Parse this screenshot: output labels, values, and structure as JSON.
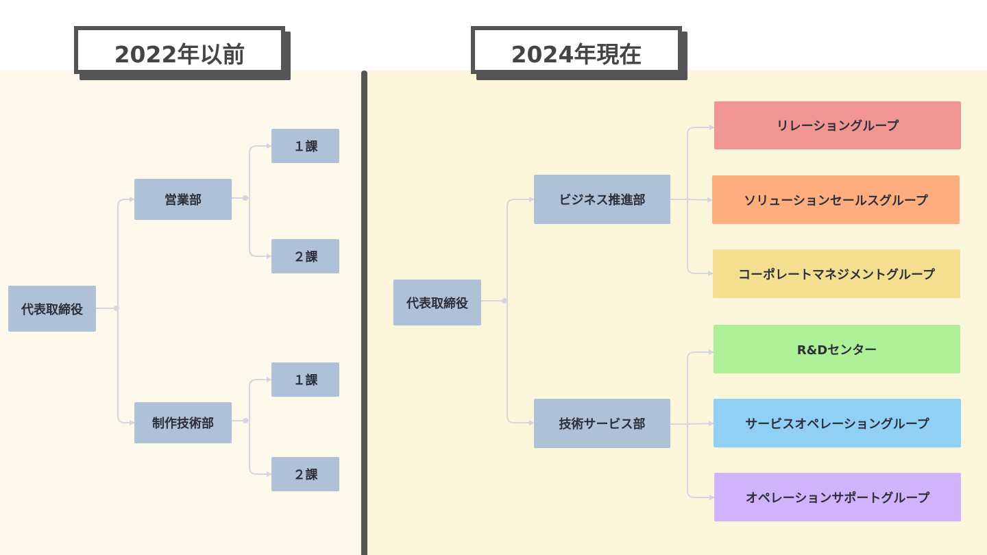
{
  "before": {
    "title": "2022年以前",
    "root": "代表取締役",
    "departments": [
      {
        "name": "営業部",
        "sections": [
          "１課",
          "２課"
        ]
      },
      {
        "name": "制作技術部",
        "sections": [
          "１課",
          "２課"
        ]
      }
    ]
  },
  "after": {
    "title": "2024年現在",
    "root": "代表取締役",
    "departments": [
      {
        "name": "ビジネス推進部",
        "groups": [
          {
            "name": "リレーショングループ",
            "color": "#f19593"
          },
          {
            "name": "ソリューションセールスグループ",
            "color": "#feae7e"
          },
          {
            "name": "コーポレートマネジメントグループ",
            "color": "#f4df90"
          }
        ]
      },
      {
        "name": "技術サービス部",
        "groups": [
          {
            "name": "R&Dセンター",
            "color": "#aef098"
          },
          {
            "name": "サービスオペレーショングループ",
            "color": "#8fd0f4"
          },
          {
            "name": "オペレーションサポートグループ",
            "color": "#d1b3fb"
          }
        ]
      }
    ]
  },
  "colors": {
    "node": "#afc1d6",
    "connector": "#d5d6db",
    "accent": "#555555"
  }
}
